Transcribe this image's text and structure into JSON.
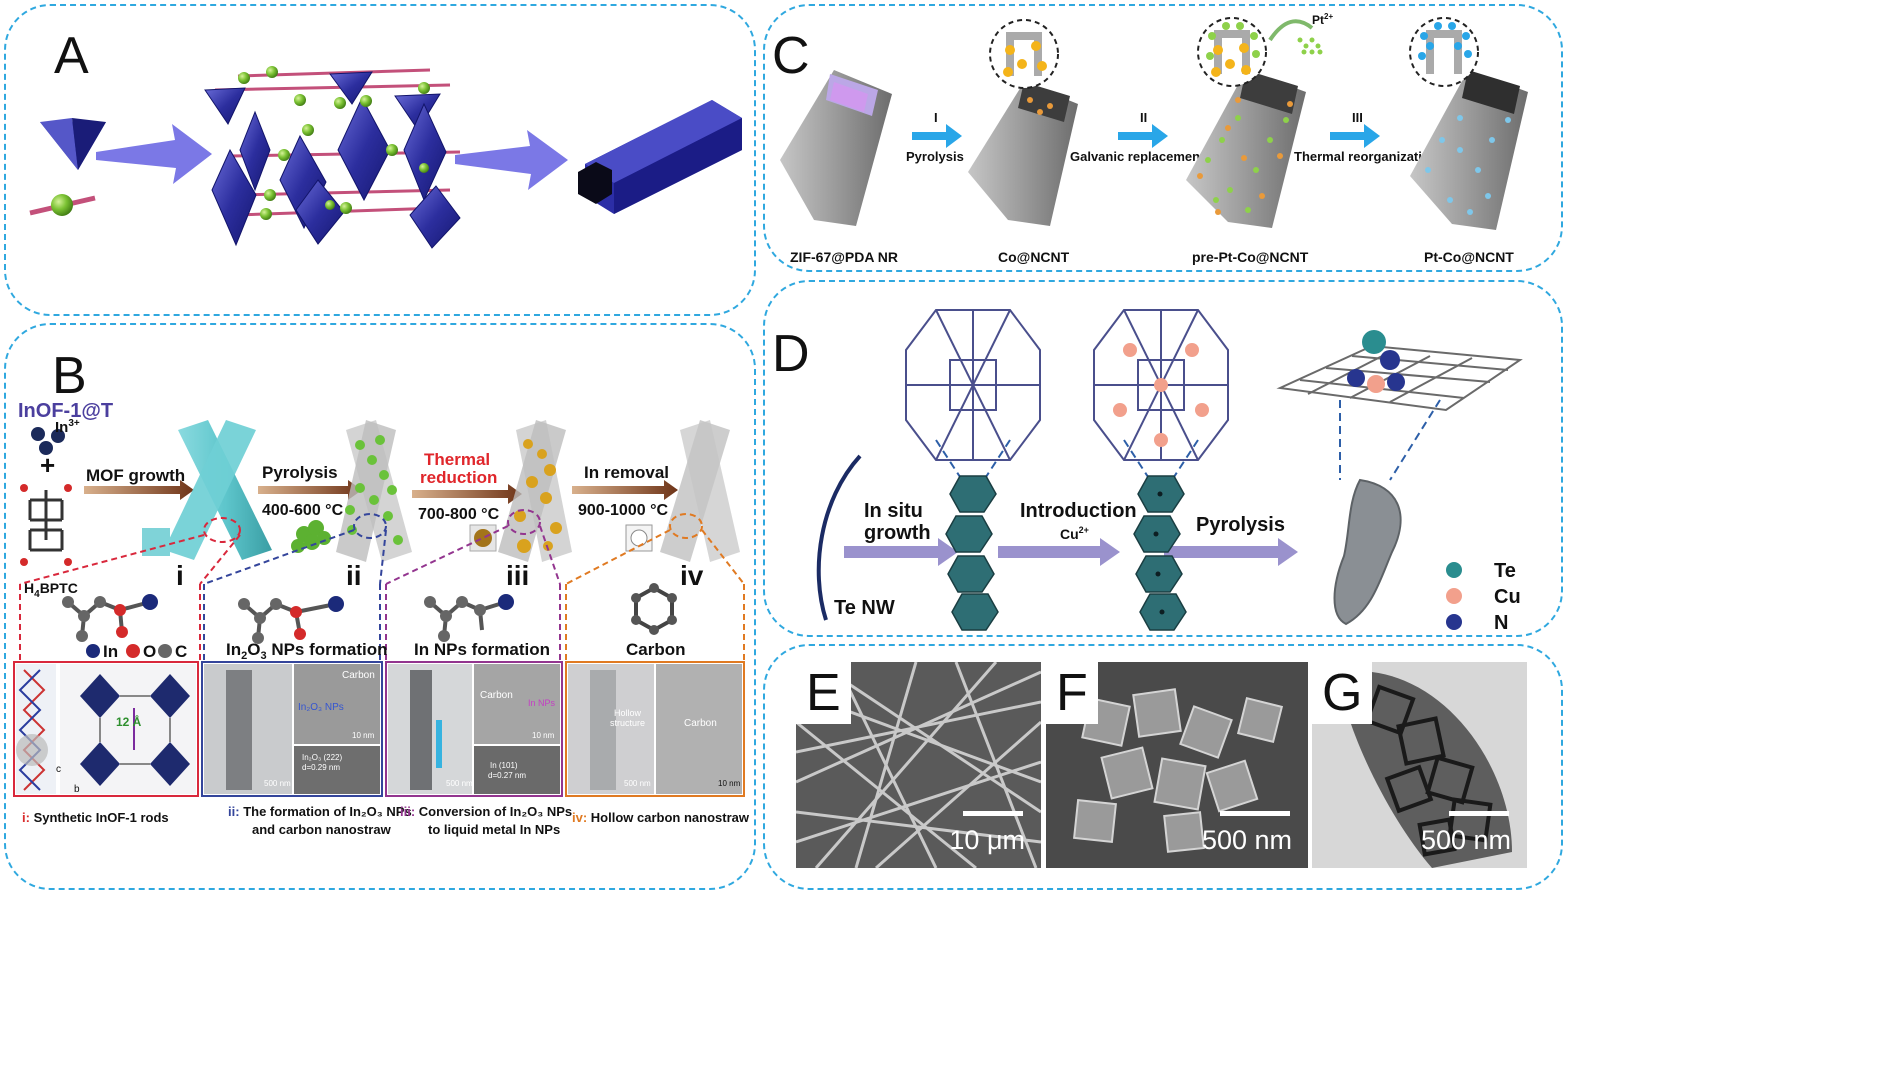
{
  "panels": {
    "a": {
      "label": "A"
    },
    "b": {
      "label": "B",
      "title": "InOF-1@T",
      "ion": "In",
      "ion_charge": "3+",
      "plus": "+",
      "linker_main": "H",
      "linker_sub": "4",
      "linker_tail": "BPTC",
      "step1": "MOF growth",
      "step2": "Pyrolysis",
      "step2_temp": "400-600 °C",
      "step3_line1": "Thermal",
      "step3_line2": "reduction",
      "step3_temp": "700-800 °C",
      "step4": "In removal",
      "step4_temp": "900-1000 °C",
      "roman": [
        "i",
        "ii",
        "iii",
        "iv"
      ],
      "legend": {
        "in": "In",
        "o": "O",
        "c": "C"
      },
      "sections": {
        "s2_pre": "In",
        "s2_sub": "2",
        "s2_mid": "O",
        "s2_sub2": "3",
        "s2_post": " NPs formation",
        "s3": "In NPs formation",
        "s4": "Carbon"
      },
      "tem": {
        "pore": "12 Å",
        "axis_c": "c",
        "axis_b": "b",
        "scale_500": "500 nm",
        "scale_10": "10 nm",
        "carbon": "Carbon",
        "in2o3_nps": "In₂O₃ NPs",
        "in_nps": "In NPs",
        "lattice_ii_1": "In₂O₃ (222)",
        "lattice_ii_2": "d=0.29 nm",
        "lattice_iii_1": "In (101)",
        "lattice_iii_2": "d=0.27 nm",
        "hollow_1": "Hollow",
        "hollow_2": "structure"
      },
      "captions": {
        "i_num": "i:",
        "i_text": "Synthetic InOF-1 rods",
        "ii_num": "ii:",
        "ii_line1": "The formation of In₂O₃ NPs",
        "ii_line2": "and carbon nanostraw",
        "iii_num": "iii:",
        "iii_line1": "Conversion of In₂O₃ NPs",
        "iii_line2": "to liquid metal In NPs",
        "iv_num": "iv:",
        "iv_text": "Hollow carbon nanostraw"
      }
    },
    "c": {
      "label": "C",
      "steps": [
        {
          "roman": "I",
          "label": "Pyrolysis"
        },
        {
          "roman": "II",
          "label": "Galvanic replacement"
        },
        {
          "roman": "III",
          "label": "Thermal reorganization"
        }
      ],
      "products": [
        "ZIF-67@PDA NR",
        "Co@NCNT",
        "pre-Pt-Co@NCNT",
        "Pt-Co@NCNT"
      ],
      "pt_ion": "Pt",
      "pt_charge": "2+"
    },
    "d": {
      "label": "D",
      "te_nw": "Te NW",
      "step1_line1": "In situ",
      "step1_line2": "growth",
      "step2": "Introduction",
      "step2_ion": "Cu",
      "step2_charge": "2+",
      "step3": "Pyrolysis",
      "legend": [
        {
          "name": "Te",
          "color": "#2a8d8f"
        },
        {
          "name": "Cu",
          "color": "#f2a08c"
        },
        {
          "name": "N",
          "color": "#27358f"
        }
      ]
    },
    "e": {
      "label": "E",
      "scale": "10 μm"
    },
    "f": {
      "label": "F",
      "scale": "500 nm"
    },
    "g": {
      "label": "G",
      "scale": "500 nm"
    }
  },
  "colors": {
    "border": "#2fa8df",
    "octa": "#2b2d9b",
    "arrow_a": "#7b78e6",
    "rod_teal": "#5ec6cc",
    "arrow_c": "#29a6e8",
    "arrow_d": "#8f86c8",
    "red_title": "#e0262b",
    "caption_i": "#d92c2c",
    "caption_ii": "#34459b",
    "caption_iii": "#93358f",
    "caption_iv": "#e07a22"
  }
}
